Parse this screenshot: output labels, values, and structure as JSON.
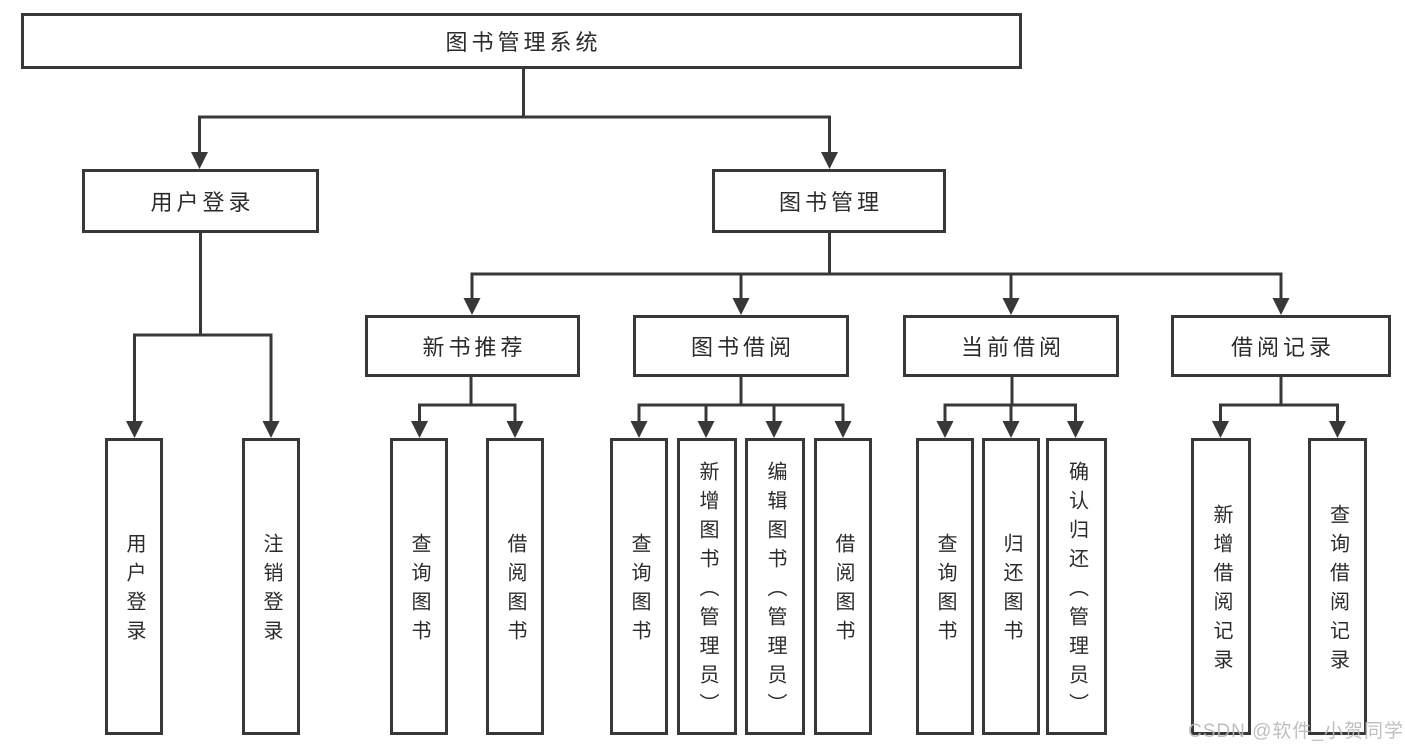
{
  "diagram": {
    "title_node": "图书管理系统",
    "root": {
      "label": "图书管理系统"
    },
    "branches": [
      {
        "label": "用户登录",
        "children": [
          {
            "label": "用户登录"
          },
          {
            "label": "注销登录"
          }
        ]
      },
      {
        "label": "图书管理",
        "children": [
          {
            "label": "新书推荐",
            "children": [
              {
                "label": "查询图书"
              },
              {
                "label": "借阅图书"
              }
            ]
          },
          {
            "label": "图书借阅",
            "children": [
              {
                "label": "查询图书"
              },
              {
                "label": "新增图书（管理员）"
              },
              {
                "label": "编辑图书（管理员）"
              },
              {
                "label": "借阅图书"
              }
            ]
          },
          {
            "label": "当前借阅",
            "children": [
              {
                "label": "查询图书"
              },
              {
                "label": "归还图书"
              },
              {
                "label": "确认归还（管理员）"
              }
            ]
          },
          {
            "label": "借阅记录",
            "children": [
              {
                "label": "新增借阅记录"
              },
              {
                "label": "查询借阅记录"
              }
            ]
          }
        ]
      }
    ],
    "watermark": "CSDN @软件_小贺同学",
    "colors": {
      "line": "#383838",
      "text": "#2b2b2b",
      "background": "#ffffff",
      "watermark": "#bababa"
    }
  }
}
